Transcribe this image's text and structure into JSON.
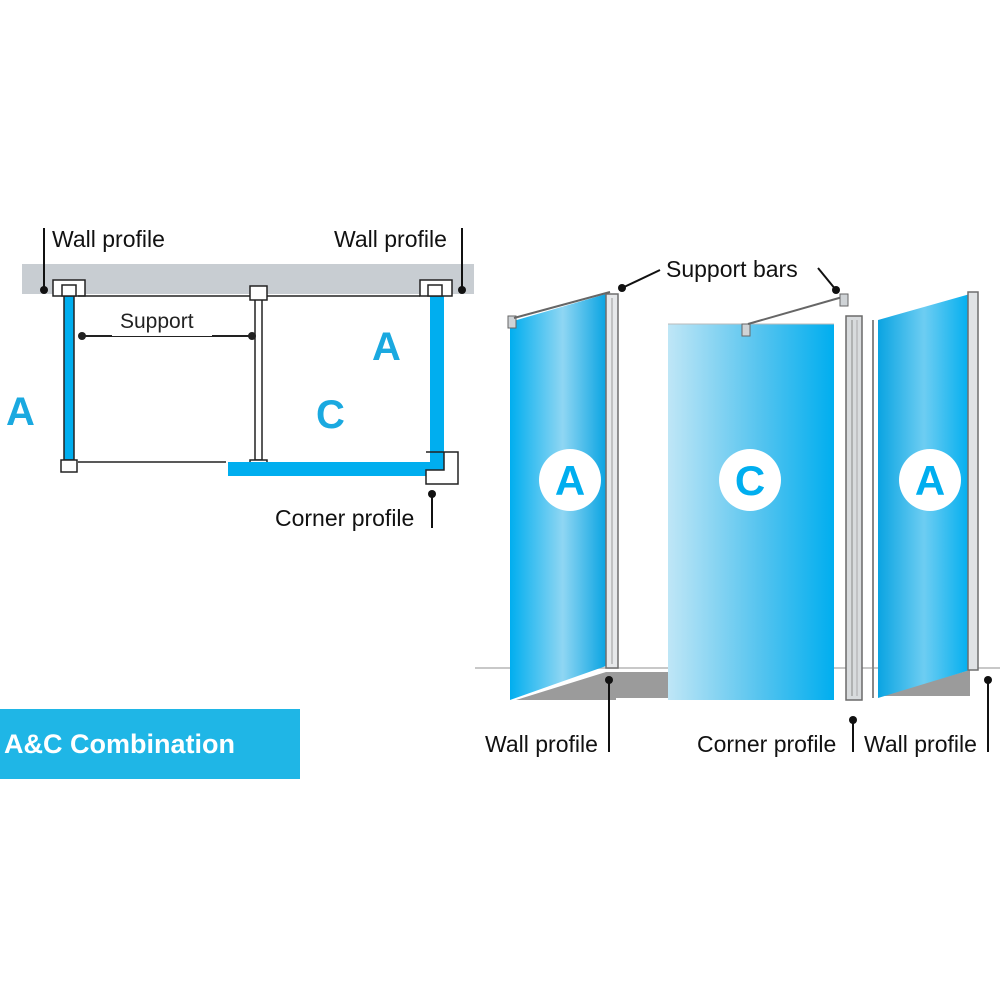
{
  "colors": {
    "glass_blue": "#00aeef",
    "accent": "#1aa9e0",
    "wall_grey": "#c8cdd2",
    "floor_grey": "#9b9b9b",
    "badge": "#1fb6e6"
  },
  "plan_view": {
    "wall_profile_left": "Wall profile",
    "wall_profile_right": "Wall profile",
    "support": "Support",
    "corner_profile": "Corner profile",
    "panel_left": "A",
    "panel_right": "A",
    "panel_center": "C"
  },
  "elevation_view": {
    "support_bars": "Support bars",
    "panel_left": "A",
    "panel_center": "C",
    "panel_right": "A",
    "wall_profile_left": "Wall profile",
    "corner_profile": "Corner profile",
    "wall_profile_right": "Wall profile"
  },
  "badge": {
    "title": "A&C Combination"
  }
}
